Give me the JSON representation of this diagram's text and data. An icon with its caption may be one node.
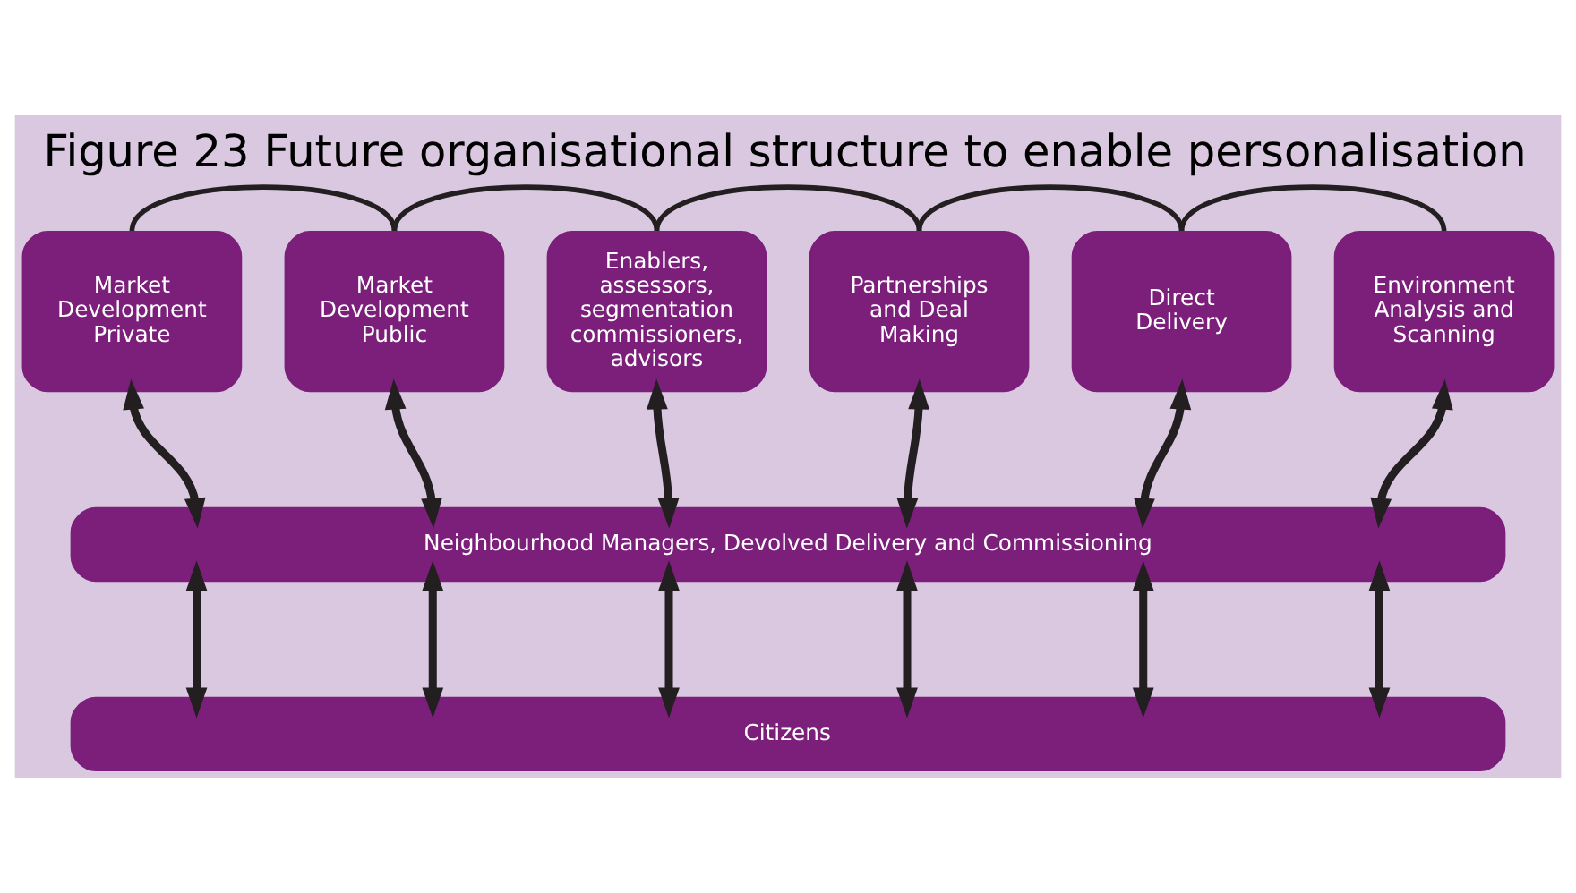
{
  "diagram": {
    "title": "Figure 23 Future organisational structure to enable personalisation",
    "nodes": [
      {
        "text": [
          "Market Development Private"
        ]
      },
      {
        "text": [
          "Market Development Public"
        ]
      },
      {
        "text": [
          "Enablers, assessors, segmentation commissioners, advisors"
        ]
      },
      {
        "text": [
          "Partnerships and Deal Making"
        ]
      },
      {
        "text": [
          "Direct Delivery"
        ]
      },
      {
        "text": [
          "Environment Analysis and Scanning"
        ]
      },
      {
        "text": [
          "Neighbourhood Managers, Devolved Delivery and Commissioning"
        ]
      },
      {
        "text": [
          "Citizens"
        ]
      }
    ],
    "edges": [
      {
        "from": 0,
        "to": 1,
        "arrow": "none"
      },
      {
        "from": 1,
        "to": 2,
        "arrow": "none"
      },
      {
        "from": 2,
        "to": 3,
        "arrow": "none"
      },
      {
        "from": 3,
        "to": 4,
        "arrow": "none"
      },
      {
        "from": 4,
        "to": 5,
        "arrow": "none"
      },
      {
        "from": 0,
        "to": 6,
        "arrow": "both"
      },
      {
        "from": 1,
        "to": 6,
        "arrow": "both"
      },
      {
        "from": 2,
        "to": 6,
        "arrow": "both"
      },
      {
        "from": 3,
        "to": 6,
        "arrow": "both"
      },
      {
        "from": 4,
        "to": 6,
        "arrow": "both"
      },
      {
        "from": 5,
        "to": 6,
        "arrow": "both"
      },
      {
        "from": 6,
        "to": 7,
        "arrow": "both"
      },
      {
        "from": 6,
        "to": 7,
        "arrow": "both"
      },
      {
        "from": 6,
        "to": 7,
        "arrow": "both"
      },
      {
        "from": 6,
        "to": 7,
        "arrow": "both"
      },
      {
        "from": 6,
        "to": 7,
        "arrow": "both"
      },
      {
        "from": 6,
        "to": 7,
        "arrow": "both"
      }
    ]
  }
}
